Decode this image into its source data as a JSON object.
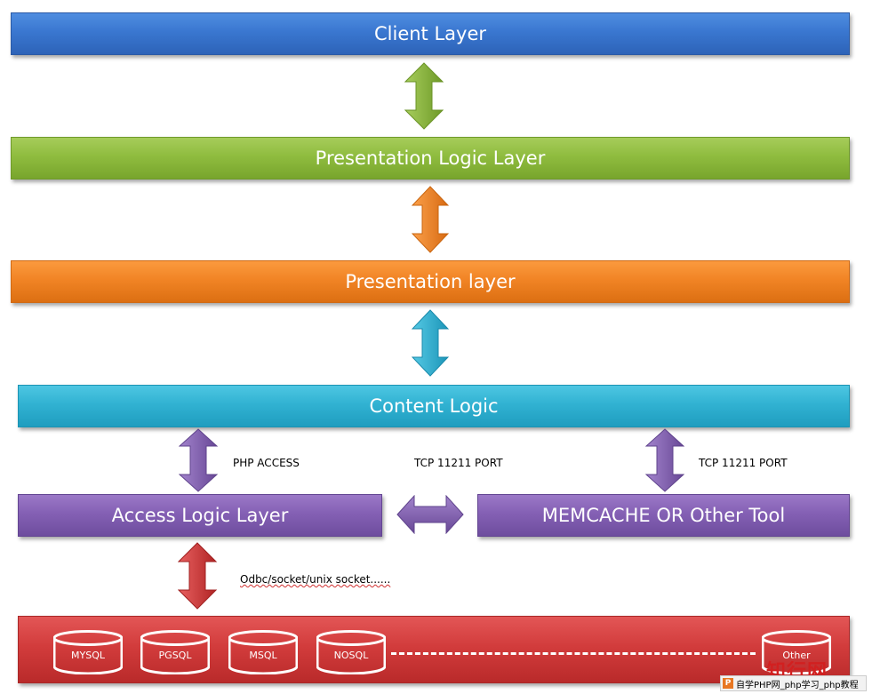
{
  "layers": {
    "client": "Client Layer",
    "presentation_logic": "Presentation Logic Layer",
    "presentation": "Presentation layer",
    "content_logic": "Content Logic",
    "access_logic": "Access Logic Layer",
    "memcache": "MEMCACHE OR Other Tool"
  },
  "labels": {
    "php_access": "PHP ACCESS",
    "tcp_middle": "TCP 11211 PORT",
    "tcp_right": "TCP 11211 PORT",
    "odbc": "Odbc/socket/unix socket......"
  },
  "databases": [
    "MYSQL",
    "PGSQL",
    "MSQL",
    "NOSQL",
    "Other"
  ],
  "watermark": {
    "brand": "知行网",
    "logo": "P",
    "caption": "自学PHP网_php学习_php教程"
  },
  "colors": {
    "client": "#3a77d0",
    "presentation_logic": "#8fbc3f",
    "presentation": "#f18425",
    "content_logic": "#31b2d2",
    "access": "#8460b4",
    "database": "#d23c3c"
  }
}
